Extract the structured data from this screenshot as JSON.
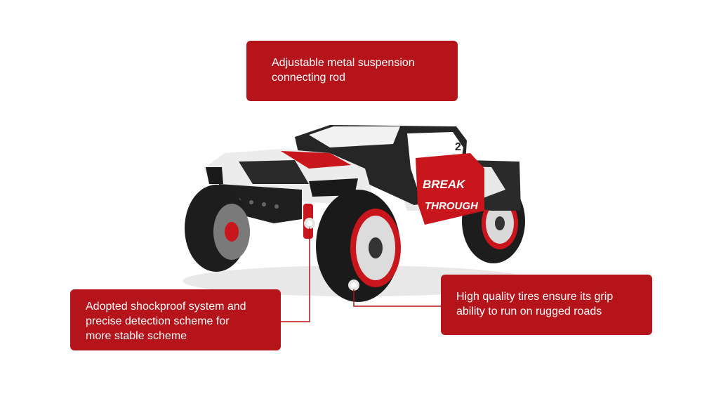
{
  "callouts": {
    "top": {
      "line1": "Adjustable metal suspension",
      "line2": "connecting rod"
    },
    "left": {
      "line1": "Adopted shockproof system and",
      "line2": "precise detection scheme for",
      "line3": "more stable scheme"
    },
    "right": {
      "line1": "High quality tires ensure its grip",
      "line2": "ability to run on rugged roads"
    }
  },
  "truck_decal": {
    "line1": "BREAK",
    "line2": "THROUGH",
    "number": "2"
  },
  "colors": {
    "callout_bg": "#b5141b",
    "callout_text": "#ffffff",
    "leader_line": "#b5141b"
  }
}
